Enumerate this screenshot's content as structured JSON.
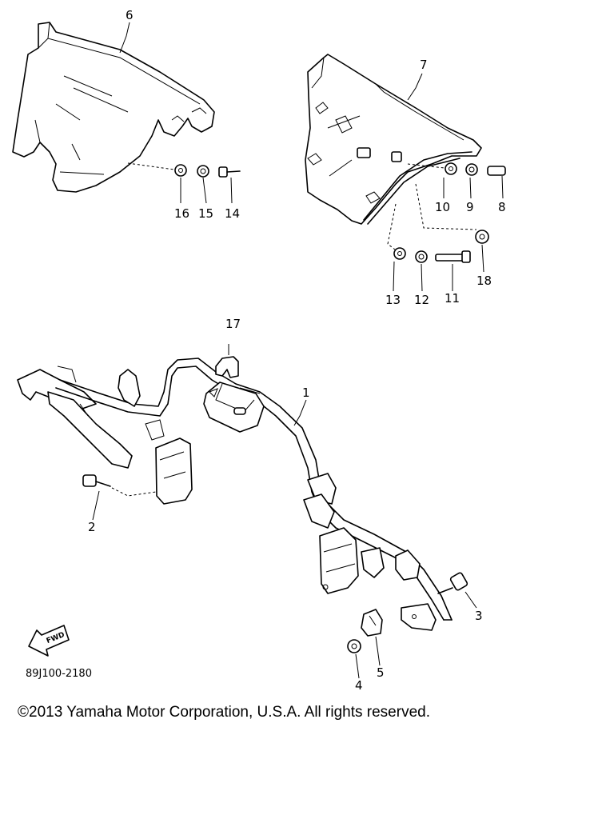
{
  "diagram": {
    "part_labels": {
      "p1": "1",
      "p2": "2",
      "p3": "3",
      "p4": "4",
      "p5": "5",
      "p6": "6",
      "p7": "7",
      "p8": "8",
      "p9": "9",
      "p10": "10",
      "p11": "11",
      "p12": "12",
      "p13": "13",
      "p14": "14",
      "p15": "15",
      "p16": "16",
      "p17": "17",
      "p18": "18"
    },
    "fwd_label": "FWD",
    "diagram_code": "89J100-2180"
  },
  "footer": {
    "copyright": "©2013 Yamaha Motor Corporation, U.S.A. All rights reserved."
  }
}
